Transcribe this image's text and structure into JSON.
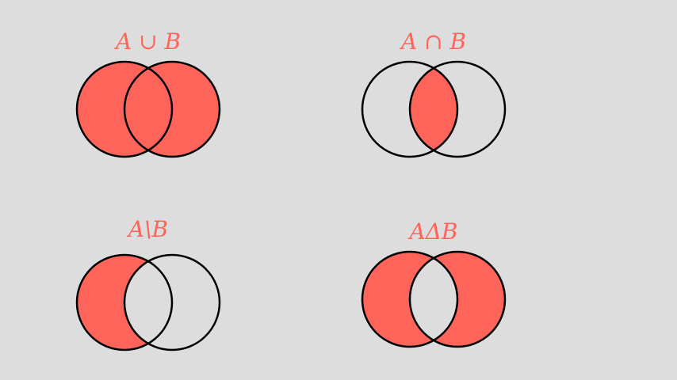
{
  "colors": {
    "background": "#dddddd",
    "fill": "#ff645a",
    "label": "#ff645a",
    "outline": "#000000"
  },
  "diagrams": [
    {
      "id": "union",
      "label": "A ∪ B",
      "regions": {
        "a_only": true,
        "both": true,
        "b_only": true
      }
    },
    {
      "id": "intersection",
      "label": "A ∩ B",
      "regions": {
        "a_only": false,
        "both": true,
        "b_only": false
      }
    },
    {
      "id": "difference",
      "label": "A\\B",
      "regions": {
        "a_only": true,
        "both": false,
        "b_only": false
      }
    },
    {
      "id": "symmetric-difference",
      "label": "AΔB",
      "regions": {
        "a_only": true,
        "both": false,
        "b_only": true
      }
    }
  ]
}
